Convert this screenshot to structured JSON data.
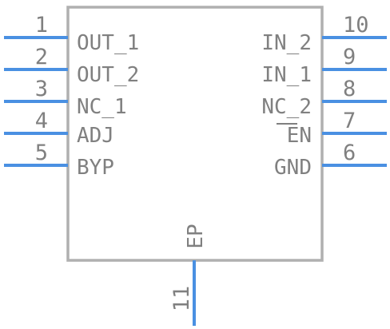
{
  "colors": {
    "pin": "#4a90e2",
    "body_outline": "#b0b0b0",
    "text": "#808080",
    "background": "#ffffff"
  },
  "left_pins": [
    {
      "number": "1",
      "name": "OUT_1"
    },
    {
      "number": "2",
      "name": "OUT_2"
    },
    {
      "number": "3",
      "name": "NC_1"
    },
    {
      "number": "4",
      "name": "ADJ"
    },
    {
      "number": "5",
      "name": "BYP"
    }
  ],
  "right_pins": [
    {
      "number": "10",
      "name": "IN_2"
    },
    {
      "number": "9",
      "name": "IN_1"
    },
    {
      "number": "8",
      "name": "NC_2"
    },
    {
      "number": "7",
      "name": "EN",
      "overbar": true
    },
    {
      "number": "6",
      "name": "GND"
    }
  ],
  "bottom_pin": {
    "number": "11",
    "name": "EP"
  }
}
